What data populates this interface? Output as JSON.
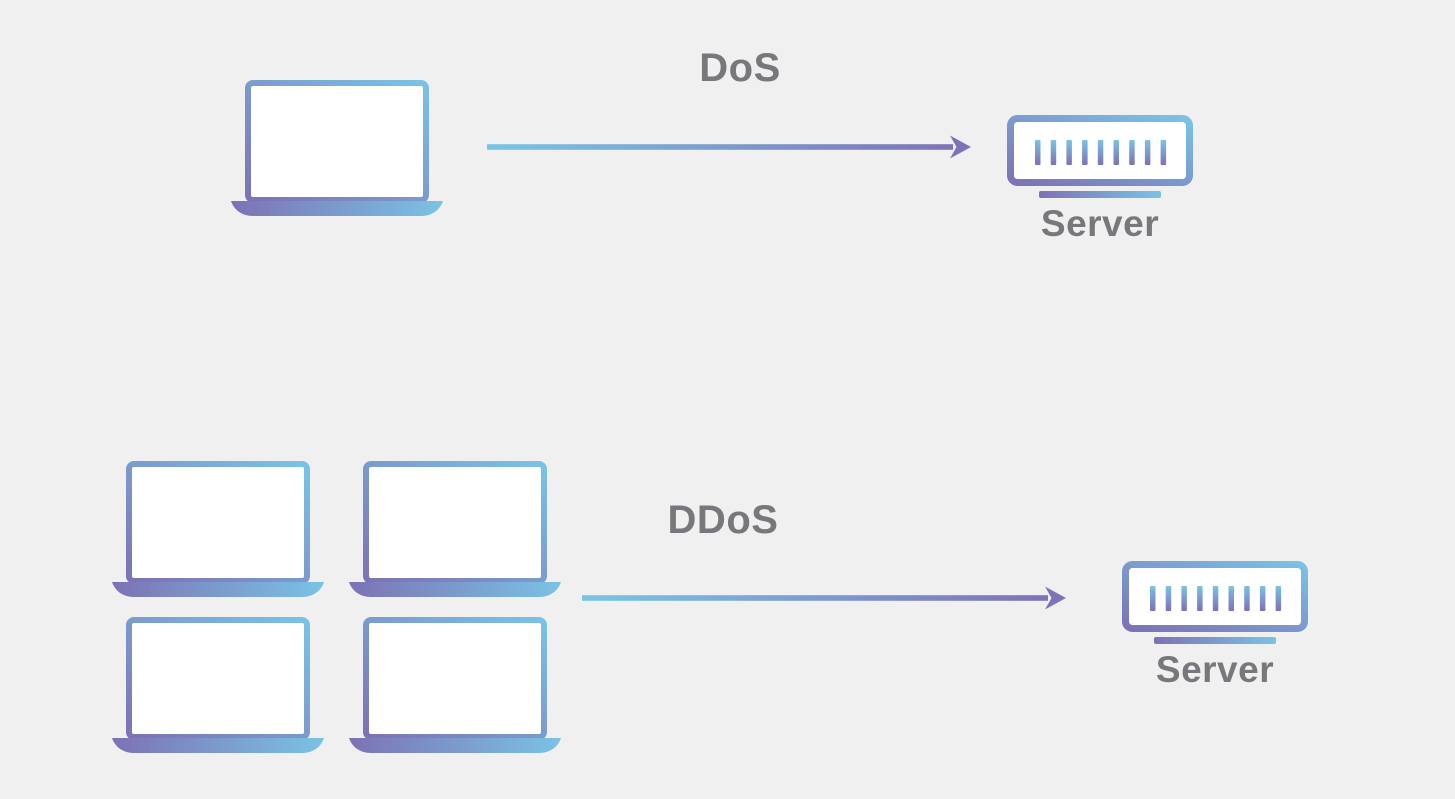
{
  "colors": {
    "background": "#f0f0f1",
    "gradient_purple": "#7c72b5",
    "gradient_blue": "#7ac3e4",
    "arrow_blue": "#79c5e6",
    "arrow_purple": "#7e73b6",
    "label_gray": "#77787b",
    "screen_white": "#ffffff"
  },
  "server_icon": {
    "bar_count": 9
  },
  "sections": {
    "dos": {
      "attack_label": "DoS",
      "server_label": "Server",
      "attacker_count": 1,
      "attacker_icon": "laptop-icon",
      "target_icon": "server-icon",
      "connector_icon": "arrow-right-icon"
    },
    "ddos": {
      "attack_label": "DDoS",
      "server_label": "Server",
      "attacker_count": 4,
      "attacker_icon": "laptop-icon",
      "target_icon": "server-icon",
      "connector_icon": "arrow-right-icon"
    }
  }
}
